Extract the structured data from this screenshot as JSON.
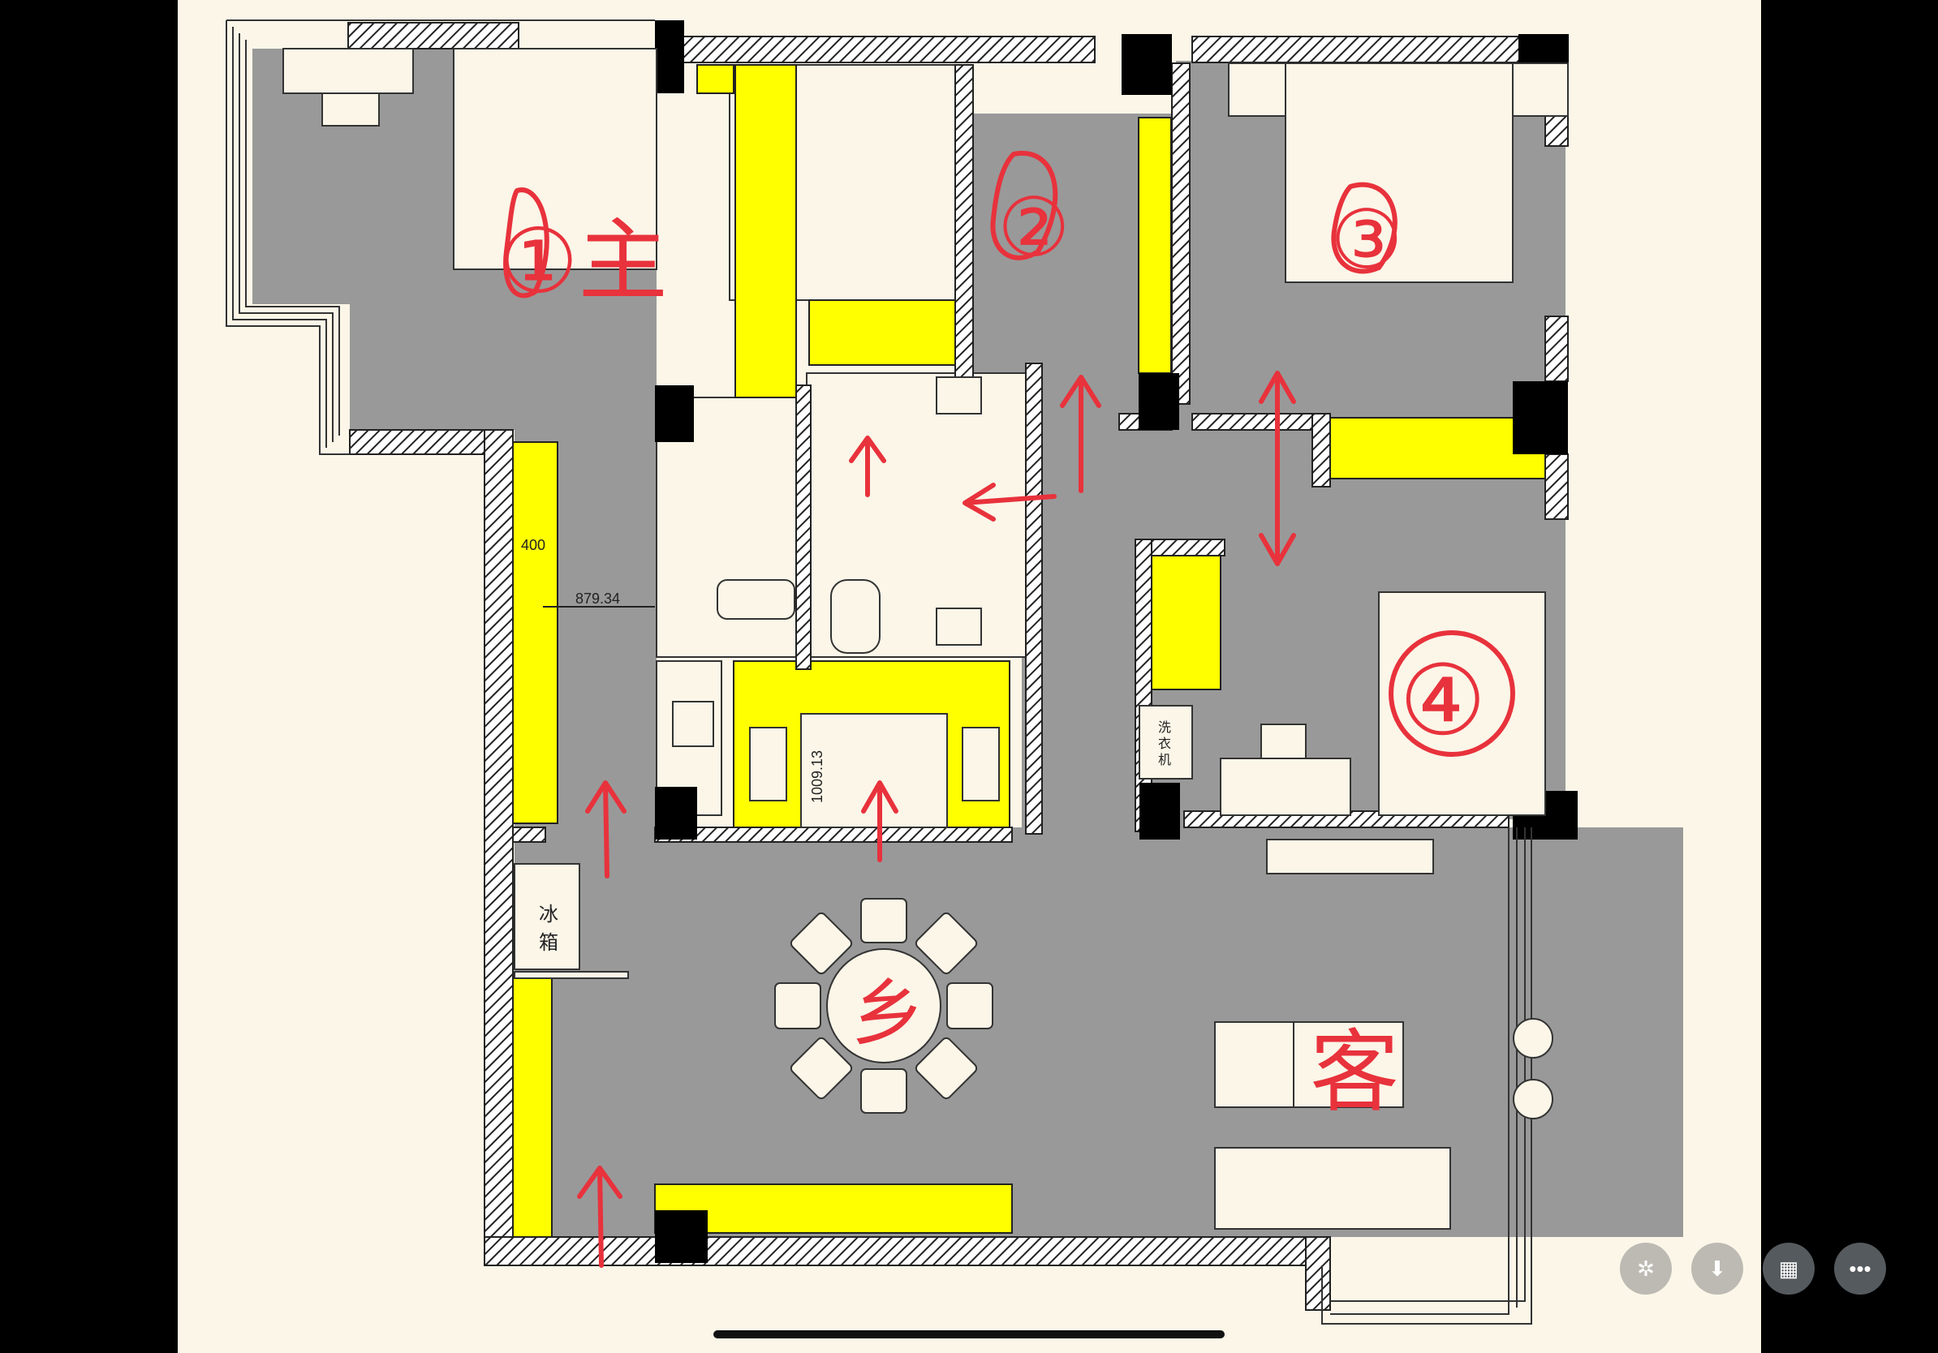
{
  "plan": {
    "dimensions": {
      "dim_400": "400",
      "dim_879": "879.34",
      "dim_1009": "1009.13"
    },
    "appliances": {
      "fridge_line1": "冰",
      "fridge_line2": "箱",
      "washer_line1": "洗",
      "washer_line2": "衣",
      "washer_line3": "机"
    },
    "annotations": {
      "room1": "①主",
      "room2": "②",
      "room3": "③",
      "room4": "④",
      "dining": "乡",
      "living": "客"
    }
  },
  "toolbar": {
    "items": [
      {
        "name": "magic-icon",
        "glyph": "✲"
      },
      {
        "name": "save-icon",
        "glyph": "⬇"
      },
      {
        "name": "grid-icon",
        "glyph": "▦"
      },
      {
        "name": "more-icon",
        "glyph": "•••"
      }
    ]
  },
  "colors": {
    "background": "#fbf6e8",
    "floor": "#999999",
    "closet": "#ffff00",
    "annotation": "#e8323c",
    "wall_fill": "#ffffff"
  }
}
